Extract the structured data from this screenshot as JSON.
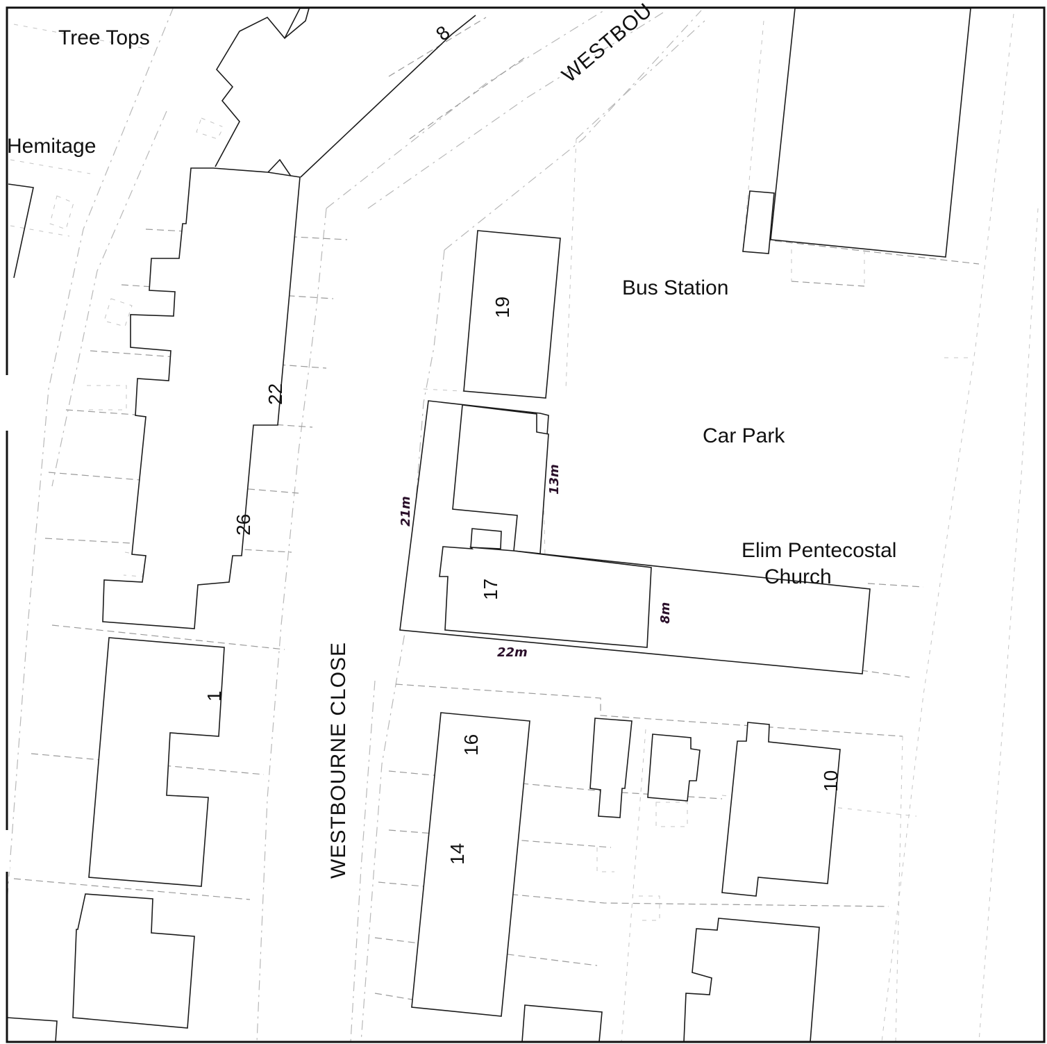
{
  "map": {
    "title": "Site location plan - Westbourne Close",
    "colors": {
      "background": "#ffffff",
      "building_outline": "#1a1a1a",
      "boundary_dashed": "#9a9a9a",
      "handwritten": "#2a0f2a"
    },
    "place_labels": {
      "tree_tops": "Tree Tops",
      "hemitage": "Hemitage",
      "bus_station": "Bus Station",
      "car_park": "Car Park",
      "church_line1": "Elim Pentecostal",
      "church_line2": "Church"
    },
    "street_labels": {
      "westbourne_top": "WESTBOU",
      "westbourne_close": "WESTBOURNE CLOSE"
    },
    "house_numbers": {
      "n8": "8",
      "n19": "19",
      "n22": "22",
      "n26": "26",
      "n17": "17",
      "n1": "1",
      "n16": "16",
      "n14": "14",
      "n10": "10"
    },
    "dimensions": {
      "west_side": "21m",
      "east_side": "13m",
      "south_side": "22m",
      "end_side": "8m"
    }
  }
}
